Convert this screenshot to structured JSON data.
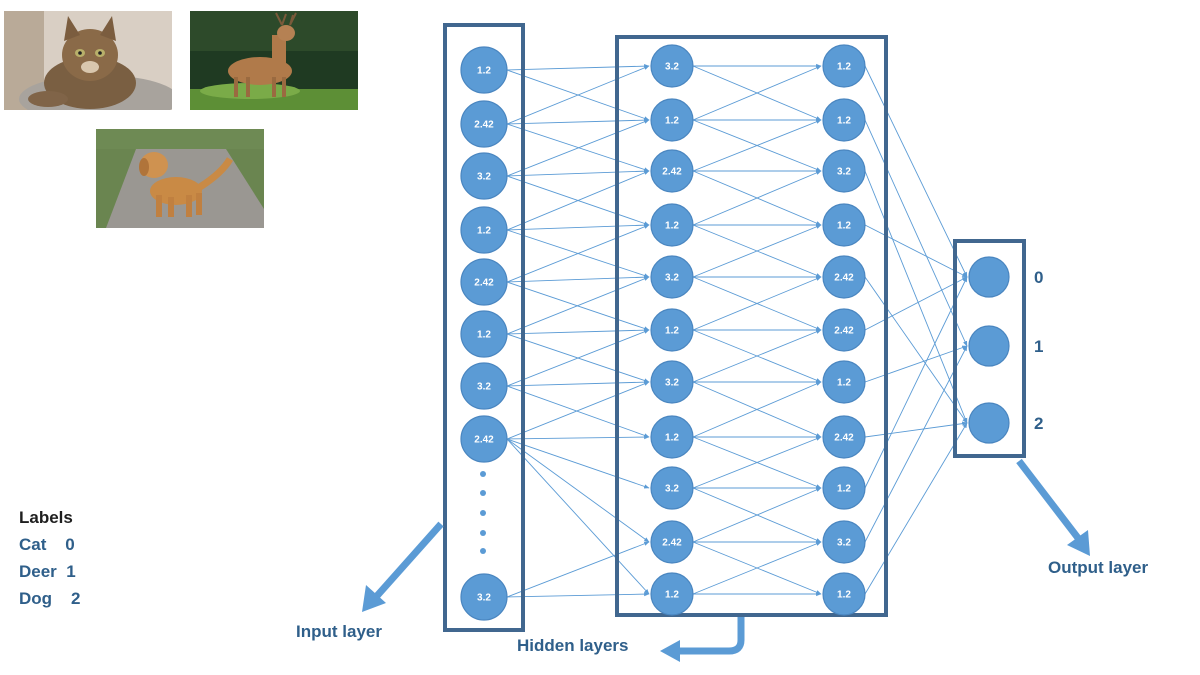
{
  "photos": [
    {
      "name": "cat-photo",
      "subject": "cat"
    },
    {
      "name": "deer-photo",
      "subject": "deer"
    },
    {
      "name": "dog-photo",
      "subject": "dog"
    }
  ],
  "labels": {
    "title": "Labels",
    "items": [
      {
        "name": "Cat",
        "value": "0"
      },
      {
        "name": "Deer",
        "value": "1"
      },
      {
        "name": "Dog",
        "value": "2"
      }
    ]
  },
  "layers": {
    "input": {
      "title": "Input layer",
      "nodes": [
        "1.2",
        "2.42",
        "3.2",
        "1.2",
        "2.42",
        "1.2",
        "3.2",
        "2.42",
        "3.2"
      ]
    },
    "hidden1": {
      "nodes": [
        "3.2",
        "1.2",
        "2.42",
        "1.2",
        "3.2",
        "1.2",
        "3.2",
        "1.2",
        "3.2",
        "2.42",
        "1.2"
      ]
    },
    "hidden2": {
      "nodes": [
        "1.2",
        "1.2",
        "3.2",
        "1.2",
        "2.42",
        "2.42",
        "1.2",
        "2.42",
        "1.2",
        "3.2",
        "1.2"
      ]
    },
    "hidden_title": "Hidden layers",
    "output": {
      "title": "Output layer",
      "labels": [
        "0",
        "1",
        "2"
      ]
    }
  },
  "colors": {
    "node_fill": "#5b9bd5",
    "node_stroke": "#4a86c0",
    "box_stroke": "#41678f",
    "edge": "#5b9bd5",
    "text_dark": "#2f5f8a",
    "arrow": "#5b9bd5"
  }
}
